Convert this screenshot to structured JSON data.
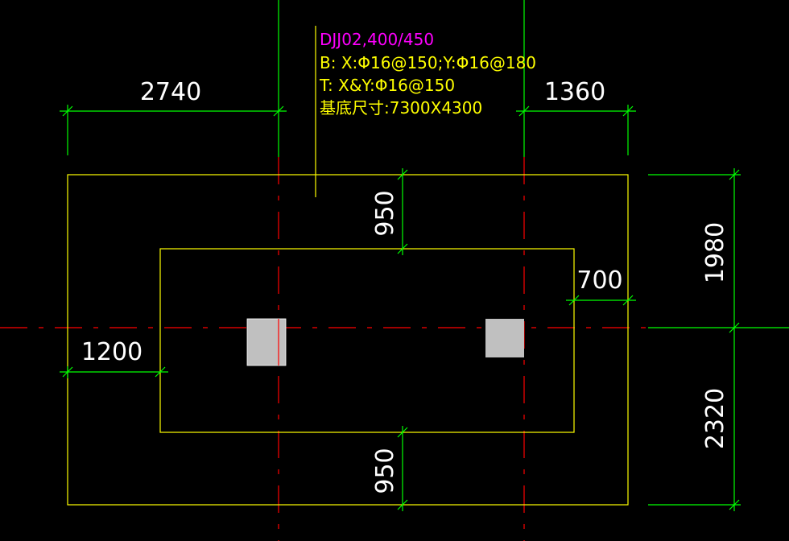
{
  "colors": {
    "background": "#000000",
    "dimension": "#00ff00",
    "outline": "#ffff00",
    "axis": "#ff0000",
    "label_id": "#ff00ff",
    "label_text": "#ffff00",
    "column": "#c0c0c0",
    "dim_text": "#ffffff"
  },
  "annotation": {
    "id": "DJJ02,400/450",
    "bottom_rebar": "B: X:Φ16@150;Y:Φ16@180",
    "top_rebar": "T: X&Y:Φ16@150",
    "size": "基底尺寸:7300X4300"
  },
  "dimensions": {
    "top_left": "2740",
    "top_right": "1360",
    "upper_vertical": "950",
    "lower_vertical": "950",
    "right_upper": "1980",
    "right_lower": "2320",
    "left_offset": "1200",
    "right_offset": "700"
  }
}
